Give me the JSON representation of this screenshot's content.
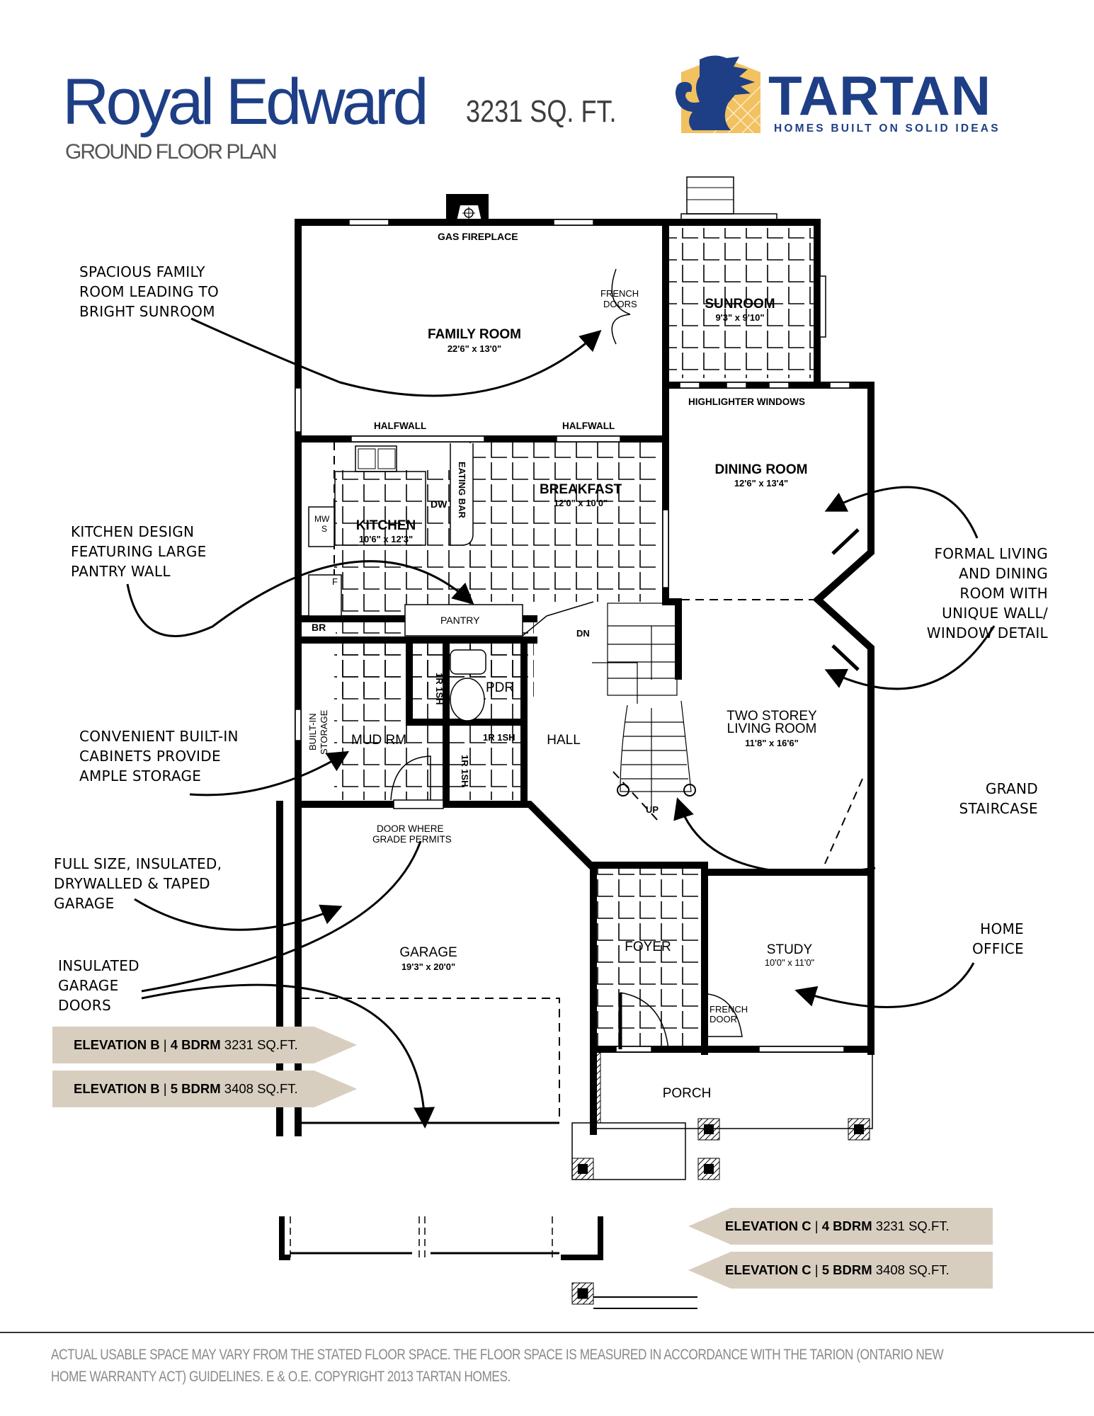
{
  "header": {
    "model_name": "Royal Edward",
    "square_feet": "3231 SQ. FT.",
    "plan_type": "GROUND FLOOR PLAN"
  },
  "brand": {
    "name": "TARTAN",
    "tagline": "HOMES BUILT ON SOLID IDEAS",
    "logo_icon": "lion-rampant-icon",
    "colors": {
      "navy": "#1e3f86",
      "gold": "#f2c160"
    }
  },
  "rooms": {
    "family_room": {
      "name": "FAMILY ROOM",
      "size": "22'6\" x 13'0\""
    },
    "sunroom": {
      "name": "SUNROOM",
      "size": "9'3\" x 9'10\""
    },
    "dining_room": {
      "name": "DINING ROOM",
      "size": "12'6\" x 13'4\""
    },
    "breakfast": {
      "name": "BREAKFAST",
      "size": "12'0\" x 10'0\""
    },
    "kitchen": {
      "name": "KITCHEN",
      "size": "10'6\" x 12'3\""
    },
    "living_room": {
      "name_line1": "TWO STOREY",
      "name_line2": "LIVING ROOM",
      "size": "11'8\" x 16'6\""
    },
    "mud_room": {
      "name": "MUD RM"
    },
    "pdr": {
      "name": "PDR"
    },
    "hall": {
      "name": "HALL"
    },
    "garage": {
      "name": "GARAGE",
      "size": "19'3\" x 20'0\""
    },
    "foyer": {
      "name": "FOYER"
    },
    "study": {
      "name": "STUDY",
      "size": "10'0\" x 11'0\""
    },
    "porch": {
      "name": "PORCH"
    }
  },
  "plan_labels": {
    "gas_fireplace": "GAS FIREPLACE",
    "french_doors_1": "FRENCH",
    "french_doors_2": "DOORS",
    "highlighter_windows": "HIGHLIGHTER WINDOWS",
    "halfwall_left": "HALFWALL",
    "halfwall_right": "HALFWALL",
    "eating_bar": "EATING BAR",
    "dw": "DW",
    "mw": "MW",
    "s": "S",
    "f": "F",
    "br": "BR",
    "pantry": "PANTRY",
    "dn": "DN",
    "up": "UP",
    "closet_1r1sh_a": "1R 1SH",
    "closet_1r1sh_b": "1R 1SH",
    "closet_1r1sh_c": "1R 1SH",
    "built_in_storage_1": "BUILT-IN",
    "built_in_storage_2": "STORAGE",
    "door_grade_1": "DOOR WHERE",
    "door_grade_2": "GRADE PERMITS",
    "french_door_study_1": "FRENCH",
    "french_door_study_2": "DOOR"
  },
  "callouts": {
    "family": [
      "SPACIOUS FAMILY",
      "ROOM LEADING TO",
      "BRIGHT SUNROOM"
    ],
    "kitchen": [
      "KITCHEN DESIGN",
      "FEATURING LARGE",
      "PANTRY WALL"
    ],
    "storage": [
      "CONVENIENT BUILT-IN",
      "CABINETS PROVIDE",
      "AMPLE STORAGE"
    ],
    "garage": [
      "FULL SIZE, INSULATED,",
      "DRYWALLED & TAPED",
      "GARAGE"
    ],
    "garage_doors": [
      "INSULATED",
      "GARAGE",
      "DOORS"
    ],
    "formal": [
      "FORMAL LIVING",
      "AND DINING",
      "ROOM WITH",
      "UNIQUE WALL/",
      "WINDOW DETAIL"
    ],
    "staircase": [
      "GRAND",
      "STAIRCASE"
    ],
    "office": [
      "HOME",
      "OFFICE"
    ]
  },
  "elevations": [
    {
      "elevation": "ELEVATION B",
      "bedrooms": "4 BDRM",
      "sqft": "3231 SQ.FT."
    },
    {
      "elevation": "ELEVATION B",
      "bedrooms": "5 BDRM",
      "sqft": "3408 SQ.FT."
    },
    {
      "elevation": "ELEVATION C",
      "bedrooms": "4 BDRM",
      "sqft": "3231 SQ.FT."
    },
    {
      "elevation": "ELEVATION C",
      "bedrooms": "5 BDRM",
      "sqft": "3408 SQ.FT."
    }
  ],
  "separator": "|",
  "footer": {
    "line1": "ACTUAL USABLE SPACE MAY VARY FROM THE STATED FLOOR SPACE. THE FLOOR SPACE IS MEASURED IN ACCORDANCE WITH THE TARION (ONTARIO NEW",
    "line2": "HOME WARRANTY ACT) GUIDELINES. E & O.E. COPYRIGHT 2013 TARTAN HOMES."
  }
}
